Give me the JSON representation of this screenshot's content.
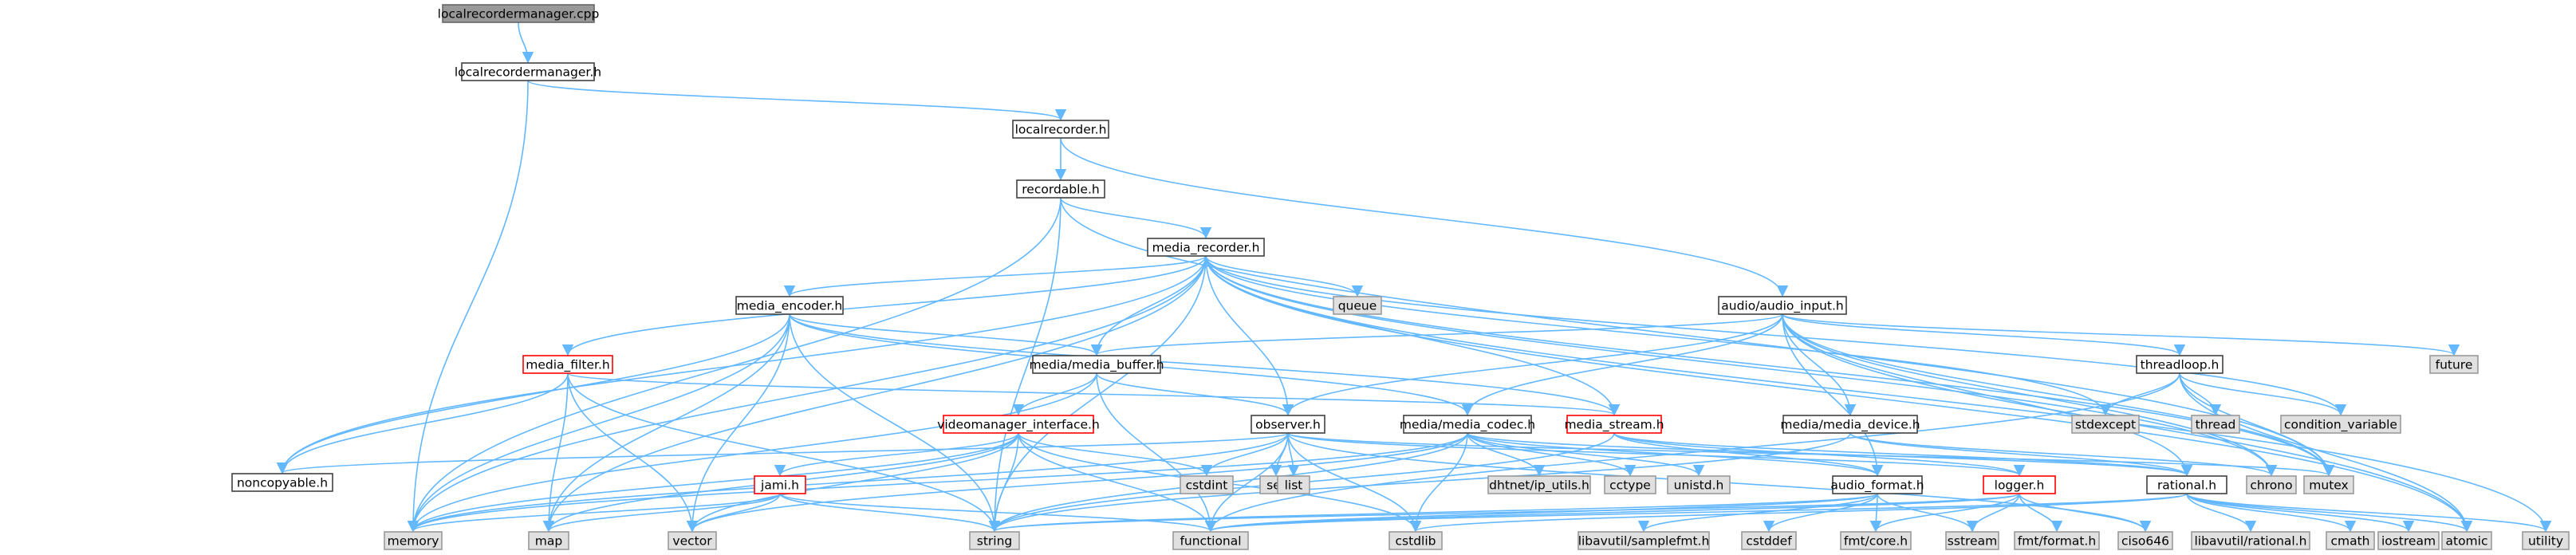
{
  "colors": {
    "edge": "#63b8ff",
    "root_fill": "#999999",
    "root_border": "#666666",
    "header_fill": "#ffffff",
    "header_border": "#404040",
    "missing_fill": "#e0e0e0",
    "missing_border": "#999999",
    "truncated_border": "#ff0000",
    "text": "#000000"
  },
  "nodes": [
    {
      "id": "localrecordermanager_cpp",
      "label": "localrecordermanager.cpp",
      "kind": "root"
    },
    {
      "id": "localrecordermanager_h",
      "label": "localrecordermanager.h",
      "kind": "header"
    },
    {
      "id": "localrecorder_h",
      "label": "localrecorder.h",
      "kind": "header"
    },
    {
      "id": "recordable_h",
      "label": "recordable.h",
      "kind": "header"
    },
    {
      "id": "media_recorder_h",
      "label": "media_recorder.h",
      "kind": "header"
    },
    {
      "id": "audio_audio_input_h",
      "label": "audio/audio_input.h",
      "kind": "header"
    },
    {
      "id": "media_encoder_h",
      "label": "media_encoder.h",
      "kind": "header"
    },
    {
      "id": "queue",
      "label": "queue",
      "kind": "system"
    },
    {
      "id": "media_filter_h",
      "label": "media_filter.h",
      "kind": "truncated"
    },
    {
      "id": "media_media_buffer_h",
      "label": "media/media_buffer.h",
      "kind": "header"
    },
    {
      "id": "threadloop_h",
      "label": "threadloop.h",
      "kind": "header"
    },
    {
      "id": "future",
      "label": "future",
      "kind": "system"
    },
    {
      "id": "videomanager_interface_h",
      "label": "videomanager_interface.h",
      "kind": "truncated"
    },
    {
      "id": "observer_h",
      "label": "observer.h",
      "kind": "header"
    },
    {
      "id": "media_media_codec_h",
      "label": "media/media_codec.h",
      "kind": "header"
    },
    {
      "id": "media_stream_h",
      "label": "media_stream.h",
      "kind": "truncated"
    },
    {
      "id": "media_media_device_h",
      "label": "media/media_device.h",
      "kind": "header"
    },
    {
      "id": "stdexcept",
      "label": "stdexcept",
      "kind": "system"
    },
    {
      "id": "thread",
      "label": "thread",
      "kind": "system"
    },
    {
      "id": "condition_variable",
      "label": "condition_variable",
      "kind": "system"
    },
    {
      "id": "noncopyable_h",
      "label": "noncopyable.h",
      "kind": "header"
    },
    {
      "id": "jami_h",
      "label": "jami.h",
      "kind": "truncated"
    },
    {
      "id": "cstdint",
      "label": "cstdint",
      "kind": "system"
    },
    {
      "id": "set",
      "label": "set",
      "kind": "system"
    },
    {
      "id": "list",
      "label": "list",
      "kind": "system"
    },
    {
      "id": "dhtnet_ip_utils_h",
      "label": "dhtnet/ip_utils.h",
      "kind": "system"
    },
    {
      "id": "cctype",
      "label": "cctype",
      "kind": "system"
    },
    {
      "id": "unistd_h",
      "label": "unistd.h",
      "kind": "system"
    },
    {
      "id": "audio_format_h",
      "label": "audio_format.h",
      "kind": "header"
    },
    {
      "id": "logger_h",
      "label": "logger.h",
      "kind": "truncated"
    },
    {
      "id": "rational_h",
      "label": "rational.h",
      "kind": "header"
    },
    {
      "id": "chrono",
      "label": "chrono",
      "kind": "system"
    },
    {
      "id": "mutex",
      "label": "mutex",
      "kind": "system"
    },
    {
      "id": "memory",
      "label": "memory",
      "kind": "system"
    },
    {
      "id": "map",
      "label": "map",
      "kind": "system"
    },
    {
      "id": "vector",
      "label": "vector",
      "kind": "system"
    },
    {
      "id": "string",
      "label": "string",
      "kind": "system"
    },
    {
      "id": "functional",
      "label": "functional",
      "kind": "system"
    },
    {
      "id": "cstdlib",
      "label": "cstdlib",
      "kind": "system"
    },
    {
      "id": "libavutil_samplefmt_h",
      "label": "libavutil/samplefmt.h",
      "kind": "system"
    },
    {
      "id": "cstddef",
      "label": "cstddef",
      "kind": "system"
    },
    {
      "id": "fmt_core_h",
      "label": "fmt/core.h",
      "kind": "system"
    },
    {
      "id": "sstream",
      "label": "sstream",
      "kind": "system"
    },
    {
      "id": "fmt_format_h",
      "label": "fmt/format.h",
      "kind": "system"
    },
    {
      "id": "ciso646",
      "label": "ciso646",
      "kind": "system"
    },
    {
      "id": "libavutil_rational_h",
      "label": "libavutil/rational.h",
      "kind": "system"
    },
    {
      "id": "cmath",
      "label": "cmath",
      "kind": "system"
    },
    {
      "id": "iostream",
      "label": "iostream",
      "kind": "system"
    },
    {
      "id": "atomic",
      "label": "atomic",
      "kind": "system"
    },
    {
      "id": "utility",
      "label": "utility",
      "kind": "system"
    }
  ],
  "edges": [
    [
      "localrecordermanager_cpp",
      "localrecordermanager_h"
    ],
    [
      "localrecordermanager_h",
      "localrecorder_h"
    ],
    [
      "localrecordermanager_h",
      "memory"
    ],
    [
      "localrecorder_h",
      "recordable_h"
    ],
    [
      "localrecorder_h",
      "audio_audio_input_h"
    ],
    [
      "recordable_h",
      "media_recorder_h"
    ],
    [
      "recordable_h",
      "memory"
    ],
    [
      "recordable_h",
      "string"
    ],
    [
      "recordable_h",
      "mutex"
    ],
    [
      "media_recorder_h",
      "media_encoder_h"
    ],
    [
      "media_recorder_h",
      "queue"
    ],
    [
      "media_recorder_h",
      "media_filter_h"
    ],
    [
      "media_recorder_h",
      "media_media_buffer_h"
    ],
    [
      "media_recorder_h",
      "observer_h"
    ],
    [
      "media_recorder_h",
      "media_stream_h"
    ],
    [
      "media_recorder_h",
      "noncopyable_h"
    ],
    [
      "media_recorder_h",
      "memory"
    ],
    [
      "media_recorder_h",
      "map"
    ],
    [
      "media_recorder_h",
      "string"
    ],
    [
      "media_recorder_h",
      "stdexcept"
    ],
    [
      "media_recorder_h",
      "condition_variable"
    ],
    [
      "media_recorder_h",
      "chrono"
    ],
    [
      "media_recorder_h",
      "mutex"
    ],
    [
      "media_recorder_h",
      "atomic"
    ],
    [
      "media_recorder_h",
      "utility"
    ],
    [
      "audio_audio_input_h",
      "media_media_buffer_h"
    ],
    [
      "audio_audio_input_h",
      "threadloop_h"
    ],
    [
      "audio_audio_input_h",
      "future"
    ],
    [
      "audio_audio_input_h",
      "observer_h"
    ],
    [
      "audio_audio_input_h",
      "media_media_codec_h"
    ],
    [
      "audio_audio_input_h",
      "media_media_device_h"
    ],
    [
      "audio_audio_input_h",
      "audio_format_h"
    ],
    [
      "audio_audio_input_h",
      "rational_h"
    ],
    [
      "audio_audio_input_h",
      "chrono"
    ],
    [
      "audio_audio_input_h",
      "mutex"
    ],
    [
      "audio_audio_input_h",
      "atomic"
    ],
    [
      "media_encoder_h",
      "media_media_buffer_h"
    ],
    [
      "media_encoder_h",
      "media_media_codec_h"
    ],
    [
      "media_encoder_h",
      "media_stream_h"
    ],
    [
      "media_encoder_h",
      "noncopyable_h"
    ],
    [
      "media_encoder_h",
      "memory"
    ],
    [
      "media_encoder_h",
      "map"
    ],
    [
      "media_encoder_h",
      "vector"
    ],
    [
      "media_encoder_h",
      "string"
    ],
    [
      "media_filter_h",
      "media_stream_h"
    ],
    [
      "media_filter_h",
      "noncopyable_h"
    ],
    [
      "media_filter_h",
      "map"
    ],
    [
      "media_filter_h",
      "vector"
    ],
    [
      "media_filter_h",
      "string"
    ],
    [
      "media_media_buffer_h",
      "videomanager_interface_h"
    ],
    [
      "media_media_buffer_h",
      "observer_h"
    ],
    [
      "media_media_buffer_h",
      "memory"
    ],
    [
      "media_media_buffer_h",
      "functional"
    ],
    [
      "threadloop_h",
      "stdexcept"
    ],
    [
      "threadloop_h",
      "thread"
    ],
    [
      "threadloop_h",
      "condition_variable"
    ],
    [
      "threadloop_h",
      "mutex"
    ],
    [
      "threadloop_h",
      "atomic"
    ],
    [
      "threadloop_h",
      "functional"
    ],
    [
      "videomanager_interface_h",
      "jami_h"
    ],
    [
      "videomanager_interface_h",
      "cstdint"
    ],
    [
      "videomanager_interface_h",
      "memory"
    ],
    [
      "videomanager_interface_h",
      "map"
    ],
    [
      "videomanager_interface_h",
      "vector"
    ],
    [
      "videomanager_interface_h",
      "string"
    ],
    [
      "videomanager_interface_h",
      "functional"
    ],
    [
      "videomanager_interface_h",
      "cstdlib"
    ],
    [
      "observer_h",
      "noncopyable_h"
    ],
    [
      "observer_h",
      "cstdint"
    ],
    [
      "observer_h",
      "set"
    ],
    [
      "observer_h",
      "list"
    ],
    [
      "observer_h",
      "memory"
    ],
    [
      "observer_h",
      "mutex"
    ],
    [
      "observer_h",
      "functional"
    ],
    [
      "observer_h",
      "ciso646"
    ],
    [
      "observer_h",
      "logger_h"
    ],
    [
      "observer_h",
      "cstdlib"
    ],
    [
      "media_media_codec_h",
      "dhtnet_ip_utils_h"
    ],
    [
      "media_media_codec_h",
      "cctype"
    ],
    [
      "media_media_codec_h",
      "unistd_h"
    ],
    [
      "media_media_codec_h",
      "audio_format_h"
    ],
    [
      "media_media_codec_h",
      "rational_h"
    ],
    [
      "media_media_codec_h",
      "memory"
    ],
    [
      "media_media_codec_h",
      "string"
    ],
    [
      "media_media_codec_h",
      "vector"
    ],
    [
      "media_media_codec_h",
      "cstdlib"
    ],
    [
      "media_stream_h",
      "audio_format_h"
    ],
    [
      "media_stream_h",
      "rational_h"
    ],
    [
      "media_stream_h",
      "logger_h"
    ],
    [
      "media_stream_h",
      "string"
    ],
    [
      "media_media_device_h",
      "rational_h"
    ],
    [
      "media_media_device_h",
      "chrono"
    ],
    [
      "media_media_device_h",
      "string"
    ],
    [
      "jami_h",
      "memory"
    ],
    [
      "jami_h",
      "map"
    ],
    [
      "jami_h",
      "vector"
    ],
    [
      "jami_h",
      "string"
    ],
    [
      "jami_h",
      "functional"
    ],
    [
      "audio_format_h",
      "libavutil_samplefmt_h"
    ],
    [
      "audio_format_h",
      "cstddef"
    ],
    [
      "audio_format_h",
      "fmt_core_h"
    ],
    [
      "audio_format_h",
      "sstream"
    ],
    [
      "audio_format_h",
      "string"
    ],
    [
      "audio_format_h",
      "functional"
    ],
    [
      "logger_h",
      "fmt_core_h"
    ],
    [
      "logger_h",
      "fmt_format_h"
    ],
    [
      "logger_h",
      "sstream"
    ],
    [
      "logger_h",
      "ciso646"
    ],
    [
      "logger_h",
      "functional"
    ],
    [
      "logger_h",
      "string"
    ],
    [
      "rational_h",
      "libavutil_rational_h"
    ],
    [
      "rational_h",
      "cmath"
    ],
    [
      "rational_h",
      "iostream"
    ],
    [
      "rational_h",
      "utility"
    ],
    [
      "rational_h",
      "functional"
    ],
    [
      "rational_h",
      "cstdlib"
    ],
    [
      "rational_h",
      "atomic"
    ]
  ]
}
